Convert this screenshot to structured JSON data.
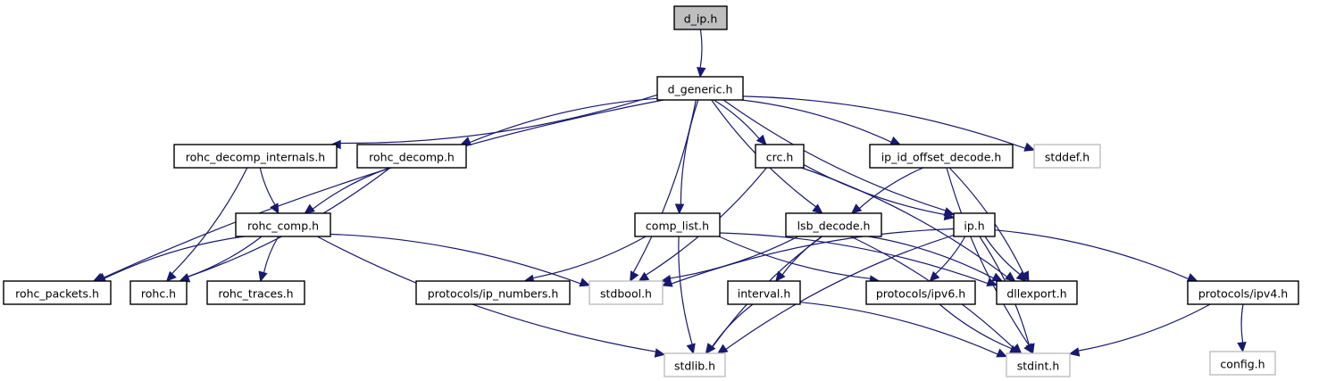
{
  "title": "d_ip.h include dependency graph",
  "colors": {
    "edge": "#191970",
    "main_fill": "#bfbfbf",
    "doc_border": "#000000",
    "ext_border": "#bfbfbf"
  },
  "nodes": [
    {
      "id": "d_ip",
      "label": "d_ip.h",
      "kind": "main"
    },
    {
      "id": "d_generic",
      "label": "d_generic.h",
      "kind": "doc"
    },
    {
      "id": "rohc_decomp_internals",
      "label": "rohc_decomp_internals.h",
      "kind": "doc"
    },
    {
      "id": "rohc_decomp",
      "label": "rohc_decomp.h",
      "kind": "doc"
    },
    {
      "id": "crc",
      "label": "crc.h",
      "kind": "doc"
    },
    {
      "id": "ip_id_offset_decode",
      "label": "ip_id_offset_decode.h",
      "kind": "doc"
    },
    {
      "id": "stddef",
      "label": "stddef.h",
      "kind": "ext"
    },
    {
      "id": "rohc_comp",
      "label": "rohc_comp.h",
      "kind": "doc"
    },
    {
      "id": "comp_list",
      "label": "comp_list.h",
      "kind": "doc"
    },
    {
      "id": "lsb_decode",
      "label": "lsb_decode.h",
      "kind": "doc"
    },
    {
      "id": "ip",
      "label": "ip.h",
      "kind": "doc"
    },
    {
      "id": "rohc_packets",
      "label": "rohc_packets.h",
      "kind": "doc"
    },
    {
      "id": "rohc",
      "label": "rohc.h",
      "kind": "doc"
    },
    {
      "id": "rohc_traces",
      "label": "rohc_traces.h",
      "kind": "doc"
    },
    {
      "id": "ip_numbers",
      "label": "protocols/ip_numbers.h",
      "kind": "doc"
    },
    {
      "id": "stdbool",
      "label": "stdbool.h",
      "kind": "ext"
    },
    {
      "id": "interval",
      "label": "interval.h",
      "kind": "doc"
    },
    {
      "id": "ipv6",
      "label": "protocols/ipv6.h",
      "kind": "doc"
    },
    {
      "id": "dllexport",
      "label": "dllexport.h",
      "kind": "doc"
    },
    {
      "id": "ipv4",
      "label": "protocols/ipv4.h",
      "kind": "doc"
    },
    {
      "id": "stdlib",
      "label": "stdlib.h",
      "kind": "ext"
    },
    {
      "id": "stdint",
      "label": "stdint.h",
      "kind": "ext"
    },
    {
      "id": "config",
      "label": "config.h",
      "kind": "ext"
    }
  ],
  "edges": [
    [
      "d_ip",
      "d_generic"
    ],
    [
      "d_generic",
      "rohc_packets"
    ],
    [
      "d_generic",
      "rohc_decomp_internals"
    ],
    [
      "d_generic",
      "rohc_decomp"
    ],
    [
      "d_generic",
      "stdbool"
    ],
    [
      "d_generic",
      "comp_list"
    ],
    [
      "d_generic",
      "crc"
    ],
    [
      "d_generic",
      "lsb_decode"
    ],
    [
      "d_generic",
      "ip_id_offset_decode"
    ],
    [
      "d_generic",
      "ip"
    ],
    [
      "d_generic",
      "stddef"
    ],
    [
      "rohc_decomp_internals",
      "rohc_comp"
    ],
    [
      "rohc_decomp_internals",
      "rohc"
    ],
    [
      "rohc_decomp",
      "rohc_comp"
    ],
    [
      "rohc_decomp",
      "rohc"
    ],
    [
      "rohc_comp",
      "rohc_packets"
    ],
    [
      "rohc_comp",
      "rohc"
    ],
    [
      "rohc_comp",
      "rohc_traces"
    ],
    [
      "rohc_comp",
      "stdbool"
    ],
    [
      "rohc_comp",
      "stdlib"
    ],
    [
      "crc",
      "stdbool"
    ],
    [
      "crc",
      "ip"
    ],
    [
      "crc",
      "dllexport"
    ],
    [
      "ip_id_offset_decode",
      "lsb_decode"
    ],
    [
      "ip_id_offset_decode",
      "dllexport"
    ],
    [
      "ip_id_offset_decode",
      "stdint"
    ],
    [
      "comp_list",
      "ip_numbers"
    ],
    [
      "comp_list",
      "ipv6"
    ],
    [
      "comp_list",
      "dllexport"
    ],
    [
      "comp_list",
      "stdlib"
    ],
    [
      "lsb_decode",
      "stdbool"
    ],
    [
      "lsb_decode",
      "interval"
    ],
    [
      "lsb_decode",
      "dllexport"
    ],
    [
      "lsb_decode",
      "stdlib"
    ],
    [
      "lsb_decode",
      "stdint"
    ],
    [
      "ip",
      "stdbool"
    ],
    [
      "ip",
      "ipv6"
    ],
    [
      "ip",
      "dllexport"
    ],
    [
      "ip",
      "ipv4"
    ],
    [
      "ip",
      "stdlib"
    ],
    [
      "ip",
      "stdint"
    ],
    [
      "interval",
      "stdlib"
    ],
    [
      "interval",
      "stdint"
    ],
    [
      "ipv6",
      "stdint"
    ],
    [
      "ipv4",
      "stdint"
    ],
    [
      "ipv4",
      "config"
    ]
  ]
}
